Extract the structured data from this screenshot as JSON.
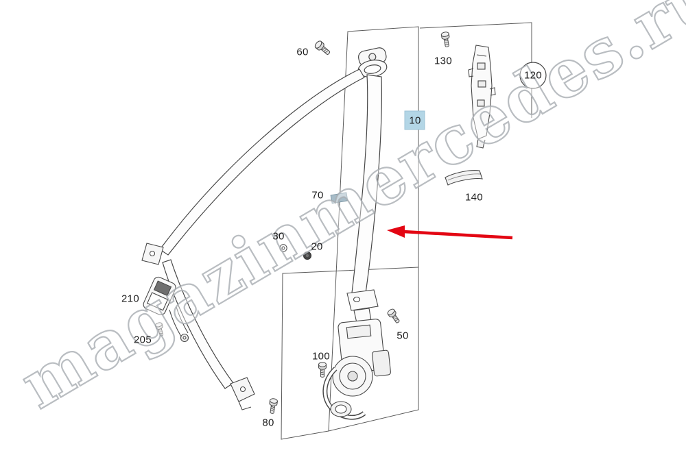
{
  "watermark": "magazinmercedes.ru",
  "labels": {
    "l10": "10",
    "l20": "20",
    "l30": "30",
    "l50": "50",
    "l60": "60",
    "l70": "70",
    "l80": "80",
    "l100": "100",
    "l120": "120",
    "l130": "130",
    "l140": "140",
    "l205": "205",
    "l210": "210"
  },
  "colors": {
    "highlight_box": "#b3d6e6",
    "arrow": "#e30613",
    "line": "#4a4a4a",
    "part70_fill": "#a7bcc8"
  }
}
